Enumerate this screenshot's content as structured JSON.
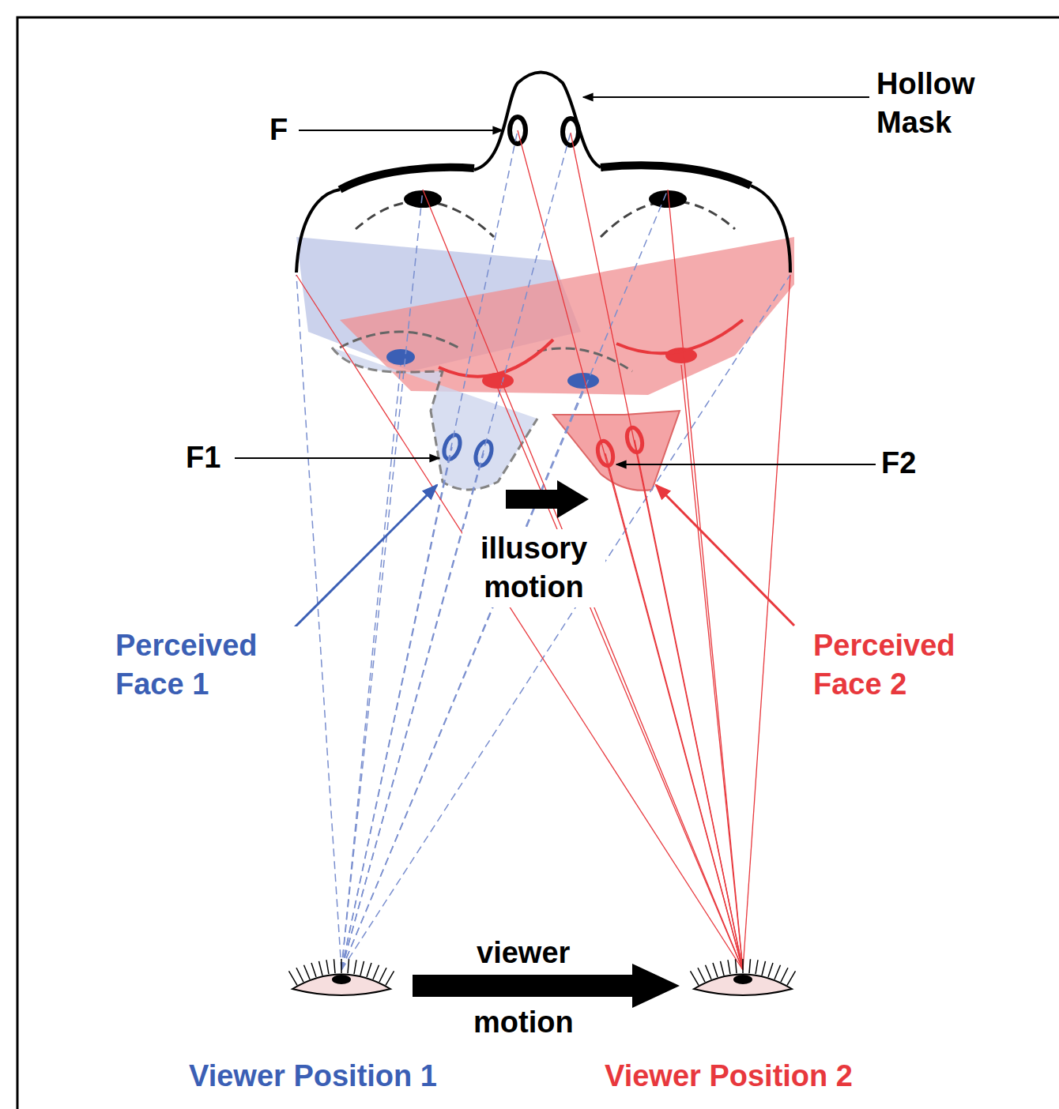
{
  "diagram": {
    "labels": [
      "Hollow Mask",
      "F",
      "F1",
      "F2",
      "illusory motion",
      "Perceived Face 1",
      "Perceived Face 2",
      "viewer",
      "motion",
      "Viewer Position 1",
      "Viewer Position 2"
    ]
  }
}
